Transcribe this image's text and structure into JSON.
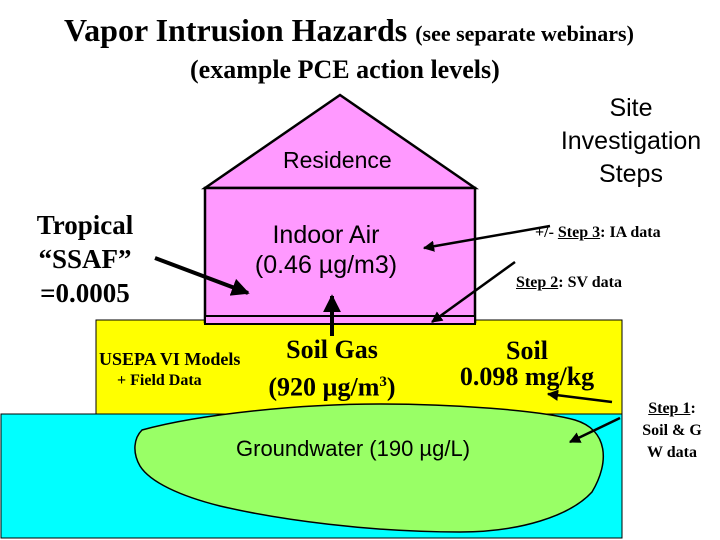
{
  "title": {
    "main": "Vapor Intrusion Hazards",
    "note": "(see separate webinars)",
    "subtitle": "(example PCE action levels)"
  },
  "house": {
    "label": "Residence",
    "indoor_air_line1": "Indoor Air",
    "indoor_air_line2": "(0.46 µg/m3)"
  },
  "tropical": {
    "line1": "Tropical",
    "line2": "“SSAF”",
    "line3": "=0.0005"
  },
  "site": {
    "line1": "Site",
    "line2": "Investigation",
    "line3": "Steps"
  },
  "steps": {
    "step3_prefix": "+/- ",
    "step3_label": "Step 3",
    "step3_rest": ": IA data",
    "step2_label": "Step 2",
    "step2_rest": ": SV data",
    "step1_label": "Step 1",
    "step1_line1_rest": ":",
    "step1_line2": "Soil & G",
    "step1_line3": "W data"
  },
  "models": {
    "line1": "USEPA VI Models",
    "line2": "+ Field Data"
  },
  "soil_gas": {
    "line1": "Soil Gas",
    "line2_prefix": "(920 µg/m",
    "line2_sup": "3",
    "line2_suffix": ")"
  },
  "soil": {
    "line1": "Soil",
    "line2": "0.098 mg/kg"
  },
  "groundwater": {
    "label": "Groundwater (190 µg/L)"
  },
  "colors": {
    "house_fill": "#ff99ff",
    "soil_fill": "#ffff00",
    "water_fill": "#00ffff",
    "plume_fill": "#99ff66",
    "outline": "#000000"
  }
}
